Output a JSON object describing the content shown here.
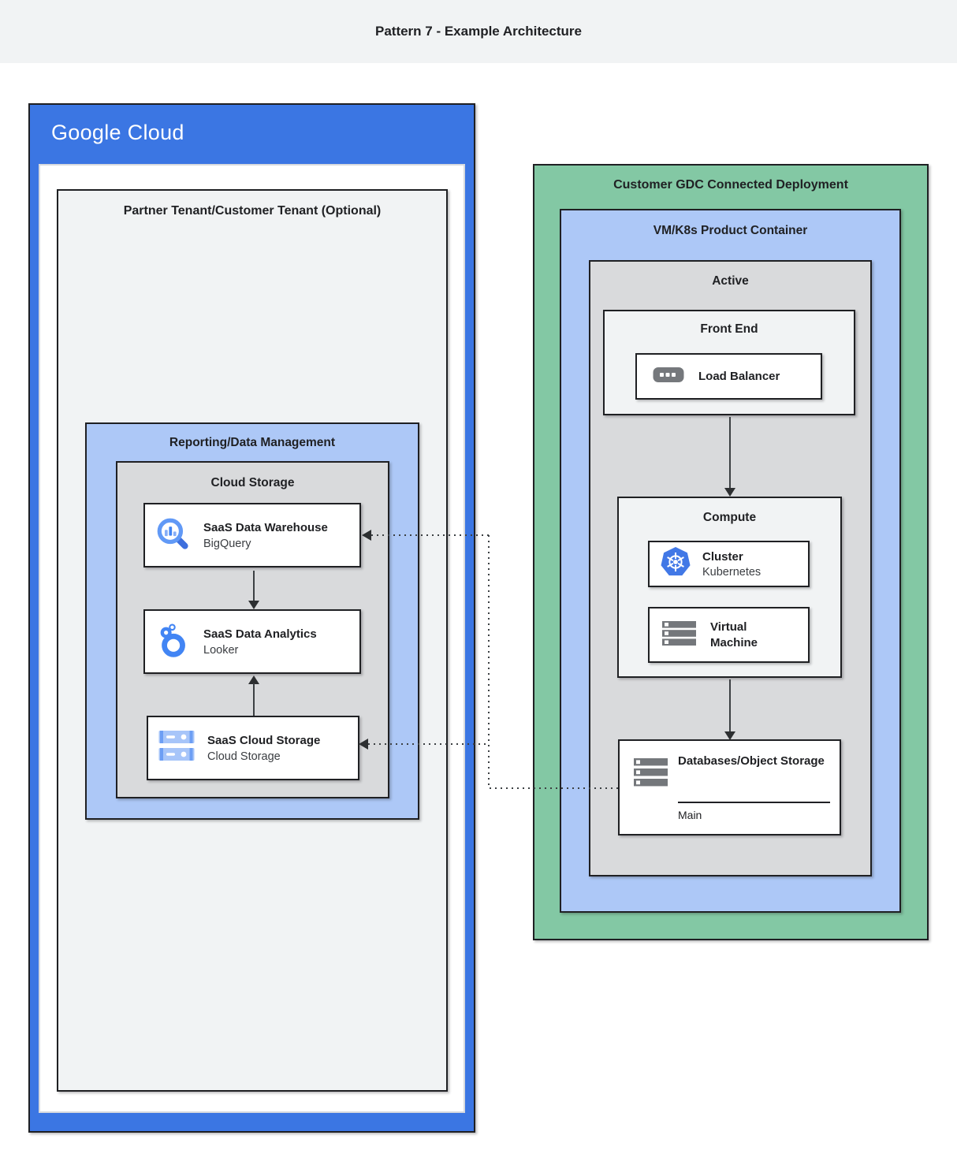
{
  "page": {
    "title": "Pattern 7 - Example Architecture"
  },
  "colors": {
    "frame_blue": "#3b76e3",
    "light_blue": "#adc8f7",
    "green": "#83c8a4",
    "panel_gray": "#f1f3f4",
    "inner_gray": "#d9dadc",
    "border_dark": "#1f2023",
    "arrow_dark": "#3c4043",
    "icon_blue": "#4285f4",
    "icon_gray": "#75787c"
  },
  "google_cloud": {
    "logo_text": "Google Cloud",
    "partner_tenant": {
      "title": "Partner Tenant/Customer Tenant (Optional)"
    },
    "reporting": {
      "title": "Reporting/Data Management",
      "cloud_storage": {
        "title": "Cloud Storage",
        "cards": [
          {
            "title": "SaaS Data Warehouse",
            "subtitle": "BigQuery",
            "icon": "bigquery-icon"
          },
          {
            "title": "SaaS Data Analytics",
            "subtitle": "Looker",
            "icon": "looker-icon"
          },
          {
            "title": "SaaS Cloud Storage",
            "subtitle": "Cloud Storage",
            "icon": "cloud-storage-icon"
          }
        ]
      }
    }
  },
  "gdc_deployment": {
    "title": "Customer GDC Connected Deployment",
    "product_container": {
      "title": "VM/K8s Product Container",
      "active": {
        "title": "Active",
        "front_end": {
          "title": "Front End",
          "load_balancer": {
            "title": "Load Balancer",
            "icon": "load-balancer-icon"
          }
        },
        "compute": {
          "title": "Compute",
          "cards": [
            {
              "title": "Cluster",
              "subtitle": "Kubernetes",
              "icon": "kubernetes-icon"
            },
            {
              "title": "Virtual Machine",
              "icon": "virtual-machine-icon"
            }
          ]
        },
        "storage": {
          "title": "Databases/Object Storage",
          "label": "Main",
          "icon": "storage-stack-icon"
        }
      }
    }
  }
}
